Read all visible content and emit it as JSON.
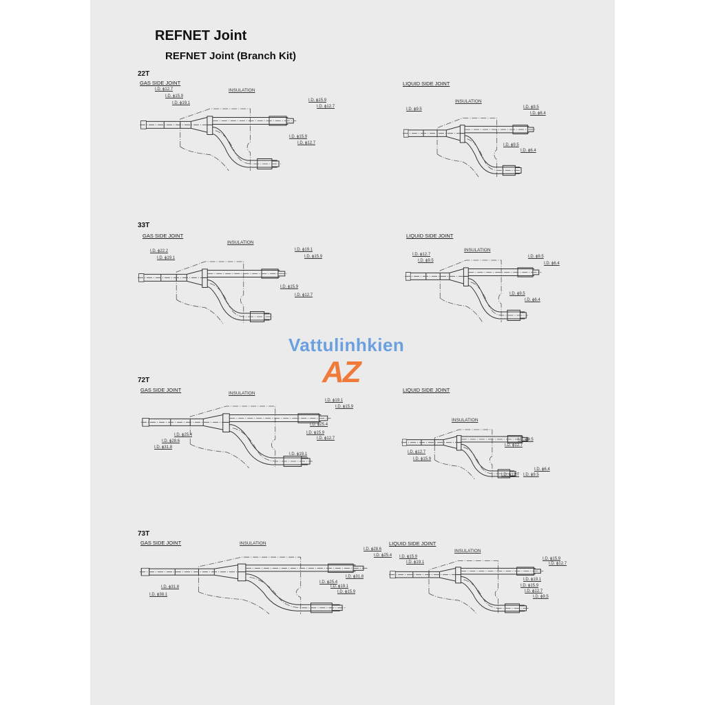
{
  "title": "REFNET Joint",
  "subtitle": "REFNET Joint (Branch Kit)",
  "watermark": {
    "line1": "Vattulinhkien",
    "line2": "AZ",
    "color1": "#6a9fe0",
    "color2": "#f07a3a"
  },
  "sections": [
    {
      "model": "22T",
      "gas": {
        "heading": "GAS SIDE JOINT",
        "insulation": "INSULATION",
        "labels": [
          "I.D. ϕ12.7",
          "I.D. ϕ15.9",
          "I.D. ϕ19.1",
          "I.D. ϕ15.9",
          "I.D. ϕ12.7",
          "I.D. ϕ15.9",
          "I.D. ϕ12.7"
        ]
      },
      "liquid": {
        "heading": "LIQUID SIDE JOINT",
        "insulation": "INSULATION",
        "labels": [
          "I.D. ϕ9.5",
          "I.D. ϕ9.5",
          "I.D. ϕ6.4",
          "I.D. ϕ9.5",
          "I.D. ϕ6.4"
        ]
      }
    },
    {
      "model": "33T",
      "gas": {
        "heading": "GAS SIDE JOINT",
        "insulation": "INSULATION",
        "labels": [
          "I.D. ϕ22.2",
          "I.D. ϕ19.1",
          "I.D. ϕ19.1",
          "I.D. ϕ15.9",
          "I.D. ϕ15.9",
          "I.D. ϕ12.7"
        ]
      },
      "liquid": {
        "heading": "LIQUID SIDE JOINT",
        "insulation": "INSULATION",
        "labels": [
          "I.D. ϕ12.7",
          "I.D. ϕ9.5",
          "I.D. ϕ9.5",
          "I.D. ϕ6.4",
          "I.D. ϕ9.5",
          "I.D. ϕ6.4"
        ]
      }
    },
    {
      "model": "72T",
      "gas": {
        "heading": "GAS SIDE JOINT",
        "insulation": "INSULATION",
        "labels": [
          "I.D. ϕ19.1",
          "I.D. ϕ15.9",
          "I.D. ϕ25.4",
          "I.D. ϕ25.4",
          "I.D. ϕ28.6",
          "I.D. ϕ31.8",
          "I.D. ϕ15.9",
          "I.D. ϕ12.7",
          "I.D. ϕ19.1"
        ]
      },
      "liquid": {
        "heading": "LIQUID SIDE JOINT",
        "insulation": "INSULATION",
        "labels": [
          "I.D. ϕ9.5",
          "I.D. ϕ12.7",
          "I.D. ϕ12.7",
          "I.D. ϕ15.9",
          "I.D. ϕ6.4",
          "I.D. ϕ12.7",
          "I.D. ϕ9.5"
        ]
      }
    },
    {
      "model": "73T",
      "gas": {
        "heading": "GAS SIDE JOINT",
        "insulation": "INSULATION",
        "labels": [
          "I.D. ϕ28.6",
          "I.D. ϕ25.4",
          "I.D. ϕ31.8",
          "I.D. ϕ31.8",
          "I.D. ϕ38.1",
          "I.D. ϕ25.4",
          "I.D. ϕ19.1",
          "I.D. ϕ15.9"
        ]
      },
      "liquid": {
        "heading": "LIQUID SIDE JOINT",
        "insulation": "INSULATION",
        "labels": [
          "I.D. ϕ15.9",
          "I.D. ϕ19.1",
          "I.D. ϕ15.9",
          "I.D. ϕ12.7",
          "I.D. ϕ19.1",
          "I.D. ϕ15.9",
          "I.D. ϕ12.7",
          "I.D. ϕ9.5"
        ]
      }
    }
  ]
}
